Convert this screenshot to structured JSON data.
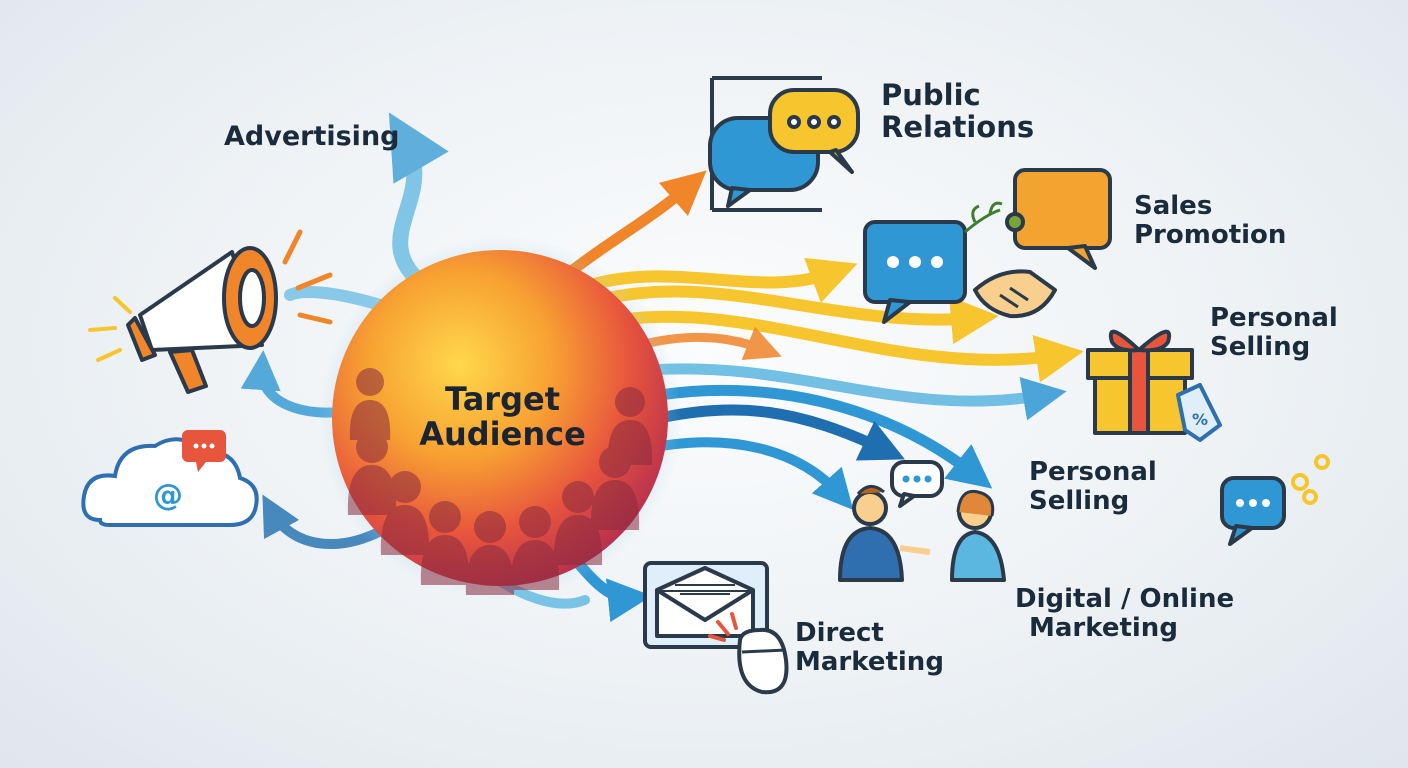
{
  "center": {
    "line1": "Target",
    "line2": "Audience"
  },
  "labels": {
    "advertising": "Advertising",
    "public_relations": {
      "line1": "Public",
      "line2": "Relations"
    },
    "sales_promotion": {
      "line1": "Sales",
      "line2": "Promotion"
    },
    "personal_selling_top": {
      "line1": "Personal",
      "line2": "Selling"
    },
    "personal_selling_mid": {
      "line1": "Personal",
      "line2": "Selling"
    },
    "digital_online": {
      "line1": "Digital / Online",
      "line2": "Marketing"
    },
    "direct_marketing": {
      "line1": "Direct",
      "line2": "Marketing"
    }
  },
  "icons": {
    "megaphone": "megaphone-icon",
    "cloud_email": "cloud-email-icon",
    "chat_bubbles": "chat-bubbles-icon",
    "handshake": "handshake-icon",
    "gift": "gift-box-icon",
    "people": "people-conversation-icon",
    "email": "email-click-icon",
    "chat_small": "chat-bubble-icon"
  },
  "colors": {
    "orange": "#f0852a",
    "yellow": "#f7c62f",
    "blue": "#2f97d4",
    "dark_blue": "#1f6fb0",
    "outline": "#2b3a4a",
    "text": "#1a2b3c"
  }
}
